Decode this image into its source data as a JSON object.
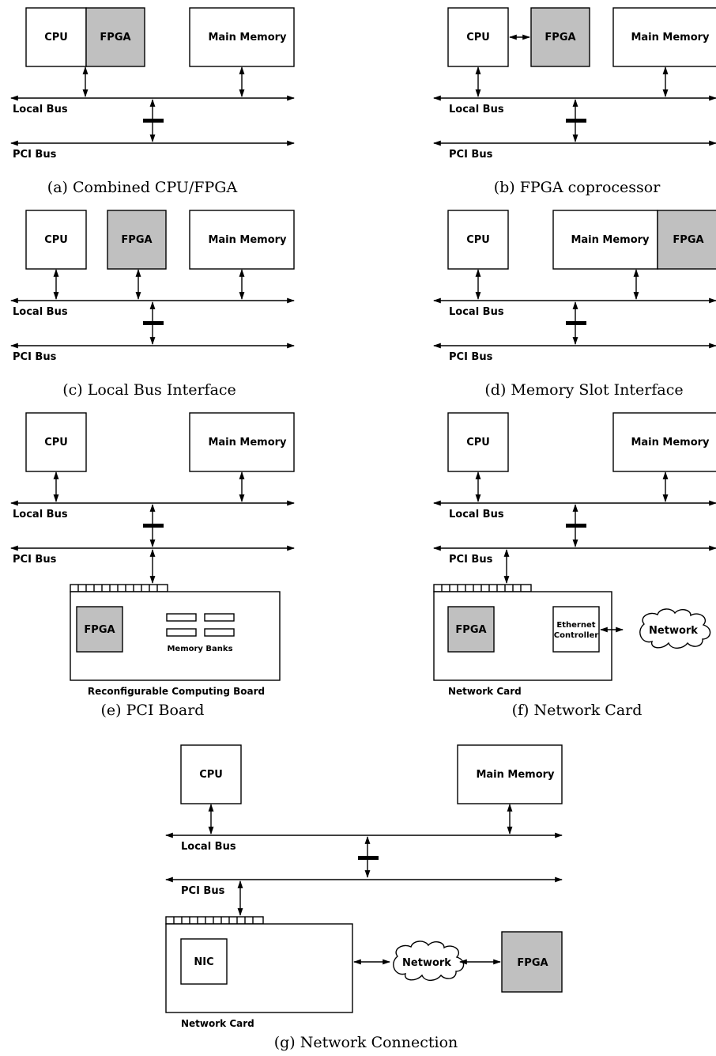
{
  "labels": {
    "cpu": "CPU",
    "fpga": "FPGA",
    "main_memory": "Main Memory",
    "local_bus": "Local Bus",
    "pci_bus": "PCI Bus",
    "memory_banks": "Memory Banks",
    "reconfigurable_board": "Reconfigurable Computing Board",
    "network_card": "Network Card",
    "ethernet_line1": "Ethernet",
    "ethernet_line2": "Controller",
    "network": "Network",
    "nic": "NIC"
  },
  "captions": {
    "a": "(a) Combined CPU/FPGA",
    "b": "(b) FPGA coprocessor",
    "c": "(c) Local Bus Interface",
    "d": "(d) Memory Slot Interface",
    "e": "(e) PCI Board",
    "f": "(f) Network Card",
    "g": "(g) Network Connection"
  },
  "colors": {
    "fpga_fill": "#c0c0c0",
    "line": "#000000",
    "background": "#ffffff"
  }
}
